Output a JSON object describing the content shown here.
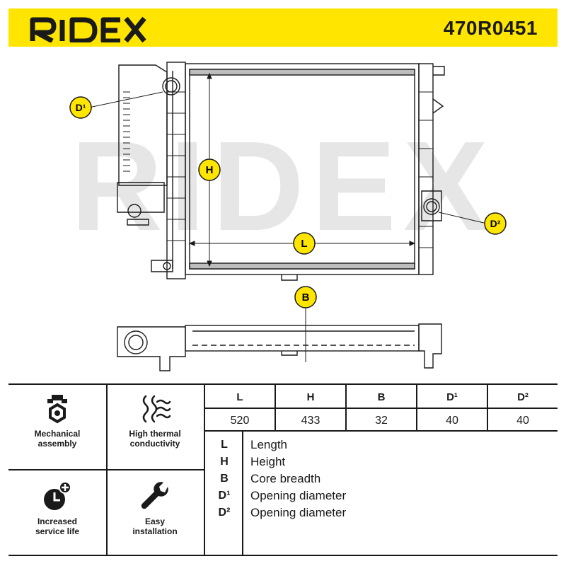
{
  "header": {
    "brand": "RIDEX",
    "part_number": "470R0451",
    "bg_color": "#ffe500"
  },
  "drawing": {
    "watermark": "RIDEX",
    "callouts": {
      "d1": "D¹",
      "d2": "D²",
      "h": "H",
      "l": "L",
      "b": "B"
    },
    "callout_color": "#ffe500"
  },
  "features": [
    {
      "icon": "mechanical-assembly-icon",
      "label_line1": "Mechanical",
      "label_line2": "assembly"
    },
    {
      "icon": "high-thermal-icon",
      "label_line1": "High thermal",
      "label_line2": "conductivity"
    },
    {
      "icon": "service-life-icon",
      "label_line1": "Increased",
      "label_line2": "service life"
    },
    {
      "icon": "wrench-icon",
      "label_line1": "Easy",
      "label_line2": "installation"
    }
  ],
  "dimensions": {
    "headers": [
      "L",
      "H",
      "B",
      "D¹",
      "D²"
    ],
    "values": [
      "520",
      "433",
      "32",
      "40",
      "40"
    ]
  },
  "legend": [
    {
      "key": "L",
      "text": "Length"
    },
    {
      "key": "H",
      "text": "Height"
    },
    {
      "key": "B",
      "text": "Core breadth"
    },
    {
      "key": "D¹",
      "text": "Opening diameter"
    },
    {
      "key": "D²",
      "text": "Opening diameter"
    }
  ]
}
